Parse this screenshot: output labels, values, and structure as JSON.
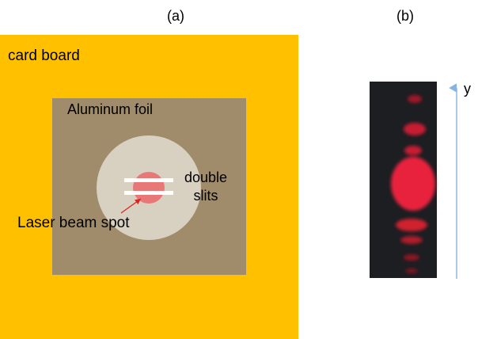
{
  "panel_a": {
    "label": "(a)",
    "cardboard_label": "card board",
    "foil_label": "Aluminum foil",
    "slits_label_line1": "double",
    "slits_label_line2": "slits",
    "beam_label": "Laser beam spot"
  },
  "panel_b": {
    "label": "(b)",
    "axis_label": "y"
  },
  "colors": {
    "cardboard": "#FFC000",
    "foil": "#A08C6A",
    "disc": "#D8D0C0",
    "slit": "#FFFFFF",
    "laser_spot": "#E87878",
    "arrow_pointer": "#E02020",
    "fringe_background": "#1C1E22",
    "fringe": "#E8243C",
    "axis_arrow": "#86B4E0"
  }
}
